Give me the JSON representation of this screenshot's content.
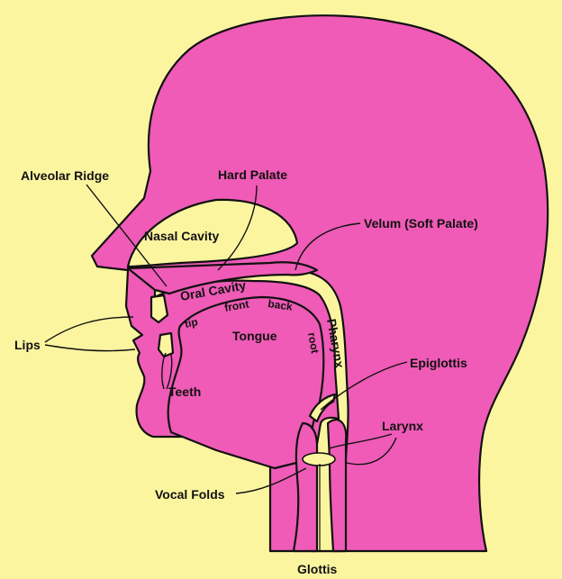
{
  "labels": {
    "alveolar_ridge": "Alveolar Ridge",
    "hard_palate": "Hard Palate",
    "velum": "Velum (Soft Palate)",
    "nasal_cavity": "Nasal Cavity",
    "oral_cavity": "Oral Cavity",
    "tip": "tip",
    "front": "front",
    "back": "back",
    "tongue": "Tongue",
    "root": "root",
    "pharynx": "Pharynx",
    "lips": "Lips",
    "teeth": "Teeth",
    "epiglottis": "Epiglottis",
    "larynx": "Larynx",
    "vocal_folds": "Vocal Folds",
    "glottis": "Glottis"
  },
  "colors": {
    "background": "#fcf5a0",
    "tissue": "#ef5bb7",
    "outline": "#111111"
  }
}
